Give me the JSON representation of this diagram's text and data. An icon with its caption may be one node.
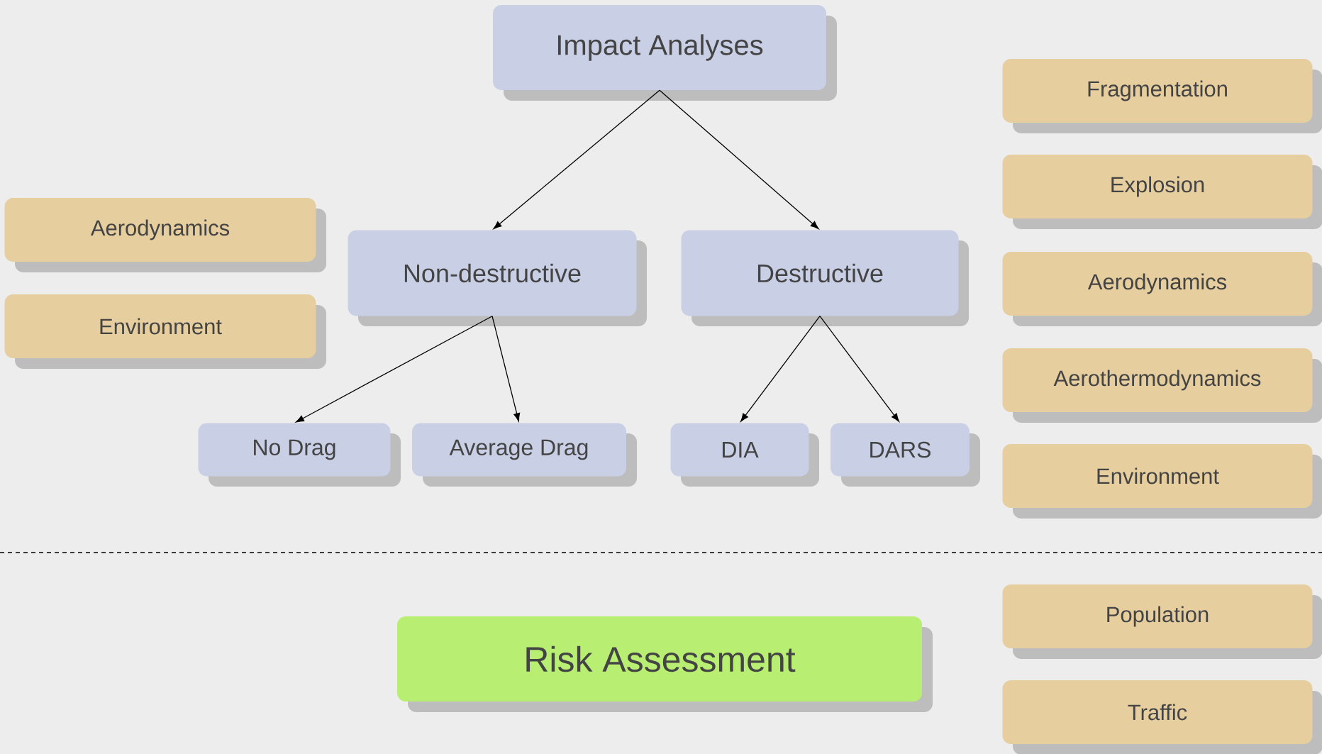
{
  "diagram": {
    "nodes": [
      {
        "text": [
          "Impact Analyses"
        ]
      },
      {
        "text": [
          "Non-destructive"
        ]
      },
      {
        "text": [
          "Destructive"
        ]
      },
      {
        "text": [
          "No Drag"
        ]
      },
      {
        "text": [
          "Average Drag"
        ]
      },
      {
        "text": [
          "DIA"
        ]
      },
      {
        "text": [
          "DARS"
        ]
      },
      {
        "text": [
          "Risk Assessment"
        ]
      },
      {
        "text": [
          "Aerodynamics"
        ]
      },
      {
        "text": [
          "Environment"
        ]
      },
      {
        "text": [
          "Fragmentation"
        ]
      },
      {
        "text": [
          "Explosion"
        ]
      },
      {
        "text": [
          "Aerodynamics"
        ]
      },
      {
        "text": [
          "Aerothermodynamics"
        ]
      },
      {
        "text": [
          "Environment"
        ]
      },
      {
        "text": [
          "Population"
        ]
      },
      {
        "text": [
          "Traffic"
        ]
      }
    ],
    "edges": [
      {
        "from": 0,
        "to": 1,
        "arrow": "to"
      },
      {
        "from": 0,
        "to": 2,
        "arrow": "to"
      },
      {
        "from": 1,
        "to": 3,
        "arrow": "to"
      },
      {
        "from": 1,
        "to": 4,
        "arrow": "to"
      },
      {
        "from": 2,
        "to": 5,
        "arrow": "to"
      },
      {
        "from": 2,
        "to": 6,
        "arrow": "to"
      }
    ]
  }
}
